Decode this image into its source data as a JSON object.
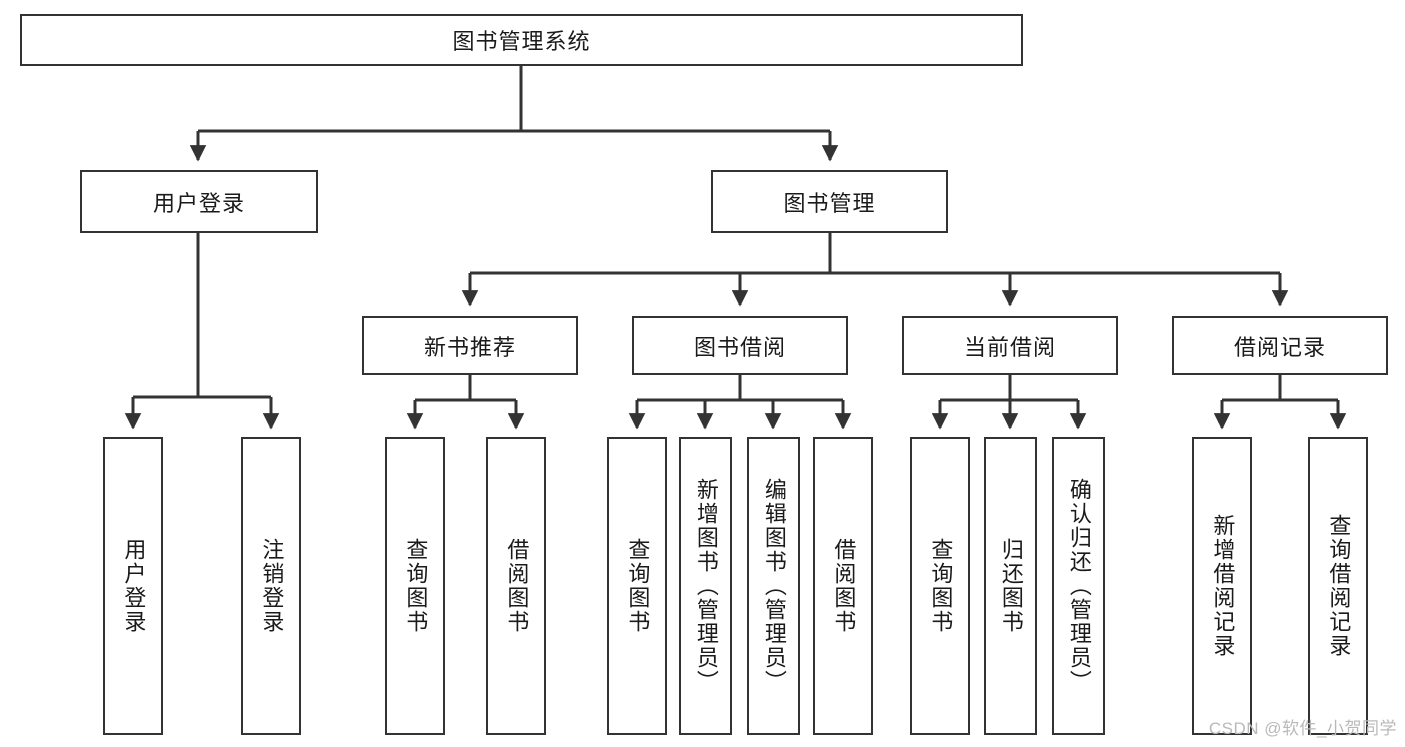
{
  "diagram": {
    "title": "图书管理系统",
    "type": "hierarchy-tree",
    "root": {
      "label": "图书管理系统"
    },
    "level2": [
      {
        "label": "用户登录"
      },
      {
        "label": "图书管理"
      }
    ],
    "level3": [
      {
        "label": "新书推荐"
      },
      {
        "label": "图书借阅"
      },
      {
        "label": "当前借阅"
      },
      {
        "label": "借阅记录"
      }
    ],
    "leaves": [
      {
        "label": "用户登录"
      },
      {
        "label": "注销登录"
      },
      {
        "label": "查询图书"
      },
      {
        "label": "借阅图书"
      },
      {
        "label": "查询图书"
      },
      {
        "label": "新增图书（管理员）"
      },
      {
        "label": "编辑图书（管理员）"
      },
      {
        "label": "借阅图书"
      },
      {
        "label": "查询图书"
      },
      {
        "label": "归还图书"
      },
      {
        "label": "确认归还（管理员）"
      },
      {
        "label": "新增借阅记录"
      },
      {
        "label": "查询借阅记录"
      }
    ]
  },
  "watermark": {
    "text": "CSDN @软件_小贺同学"
  },
  "colors": {
    "border": "#333333",
    "background": "#ffffff",
    "text": "#1a1a1a",
    "watermark": "#b9b9b9"
  }
}
